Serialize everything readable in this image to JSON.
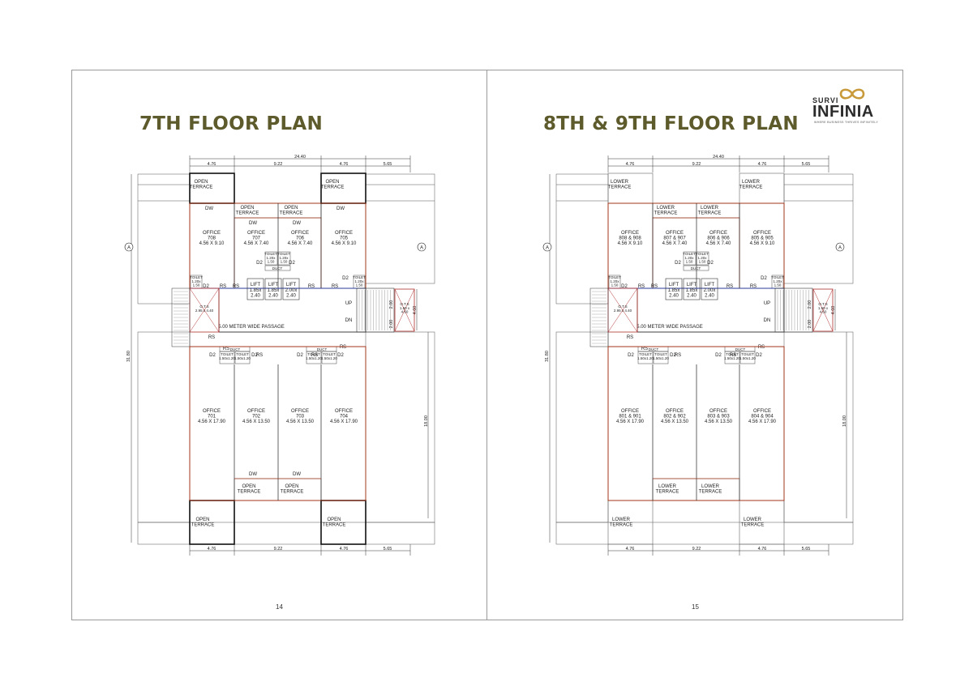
{
  "logo": {
    "brand_top": "SURVI",
    "brand_main": "INFINIA",
    "tagline": "WHERE BUSINESS THRIVES INFINITELY",
    "accent_color": "#c89a3a"
  },
  "colors": {
    "title": "#5d5a2c",
    "wall": "#222222",
    "unit_outline": "#a0361a"
  },
  "left_page": {
    "title": "7TH FLOOR PLAN",
    "page_number": "14",
    "dims": {
      "total_width": "24.40",
      "seg1": "4.76",
      "seg2": "9.22",
      "seg3": "4.76",
      "seg4": "5.65",
      "height": "31.80",
      "right_dim": "18.00",
      "stair_w": "4.60",
      "stair_a": "2.00",
      "stair_b": "2.00"
    },
    "labels": {
      "open_terrace": "OPEN\nTERRACE",
      "dw": "DW",
      "rs": "RS",
      "d2": "D2",
      "duct": "DUCT",
      "up": "UP",
      "dn": "DN",
      "passage": "5.00 METER WIDE PASSAGE",
      "ots_left": "O.T.S\n2.95 x 4.40",
      "ots_right": "O.T.S\n1.50 x\n4.60",
      "lift": "LIFT",
      "section_mark": "A",
      "toilet_sm": "TOILET\n1.20x\n1.50",
      "toilet_lg": "TOILET\n1.50x1.20",
      "lift_sizes": [
        "1.85x\n2.40",
        "1.85x\n2.40",
        "2.00x\n2.40"
      ]
    },
    "offices_top": [
      {
        "name": "OFFICE",
        "num": "708",
        "size": "4.56 X 9.10"
      },
      {
        "name": "OFFICE",
        "num": "707",
        "size": "4.56 X 7.40"
      },
      {
        "name": "OFFICE",
        "num": "706",
        "size": "4.56 X 7.40"
      },
      {
        "name": "OFFICE",
        "num": "705",
        "size": "4.56 X 9.10"
      }
    ],
    "offices_bottom": [
      {
        "name": "OFFICE",
        "num": "701",
        "size": "4.56 X 17.90"
      },
      {
        "name": "OFFICE",
        "num": "702",
        "size": "4.56 X 13.50"
      },
      {
        "name": "OFFICE",
        "num": "703",
        "size": "4.56 X 13.50"
      },
      {
        "name": "OFFICE",
        "num": "704",
        "size": "4.56 X 17.90"
      }
    ]
  },
  "right_page": {
    "title": "8TH & 9TH FLOOR PLAN",
    "page_number": "15",
    "dims": {
      "total_width": "24.40",
      "seg1": "4.76",
      "seg2": "9.22",
      "seg3": "4.76",
      "seg4": "5.65",
      "height": "31.80",
      "right_dim": "18.00",
      "stair_w": "4.60",
      "stair_a": "2.00",
      "stair_b": "2.00"
    },
    "labels": {
      "lower_terrace": "LOWER\nTERRACE",
      "rs": "RS",
      "d2": "D2",
      "duct": "DUCT",
      "up": "UP",
      "dn": "DN",
      "passage": "5.00 METER WIDE PASSAGE",
      "ots_left": "O.T.S\n2.95 x 4.40",
      "ots_right": "O.T.S\n1.50 x\n4.60",
      "lift": "LIFT",
      "section_mark": "A",
      "toilet_sm": "TOILET\n1.20x\n1.50",
      "toilet_lg": "TOILET\n1.50x1.20",
      "lift_sizes": [
        "1.85x\n2.40",
        "1.85x\n2.40",
        "2.00x\n2.40"
      ]
    },
    "offices_top": [
      {
        "name": "OFFICE",
        "num": "808 & 908",
        "size": "4.56 X 9.10"
      },
      {
        "name": "OFFICE",
        "num": "807 & 907",
        "size": "4.56 X 7.40"
      },
      {
        "name": "OFFICE",
        "num": "806 & 906",
        "size": "4.56 X 7.40"
      },
      {
        "name": "OFFICE",
        "num": "805 & 905",
        "size": "4.56 X 9.10"
      }
    ],
    "offices_bottom": [
      {
        "name": "OFFICE",
        "num": "801 & 901",
        "size": "4.56 X 17.90"
      },
      {
        "name": "OFFICE",
        "num": "802 & 902",
        "size": "4.56 X 13.50"
      },
      {
        "name": "OFFICE",
        "num": "803 & 903",
        "size": "4.56 X 13.50"
      },
      {
        "name": "OFFICE",
        "num": "804 & 904",
        "size": "4.56 X 17.90"
      }
    ]
  }
}
